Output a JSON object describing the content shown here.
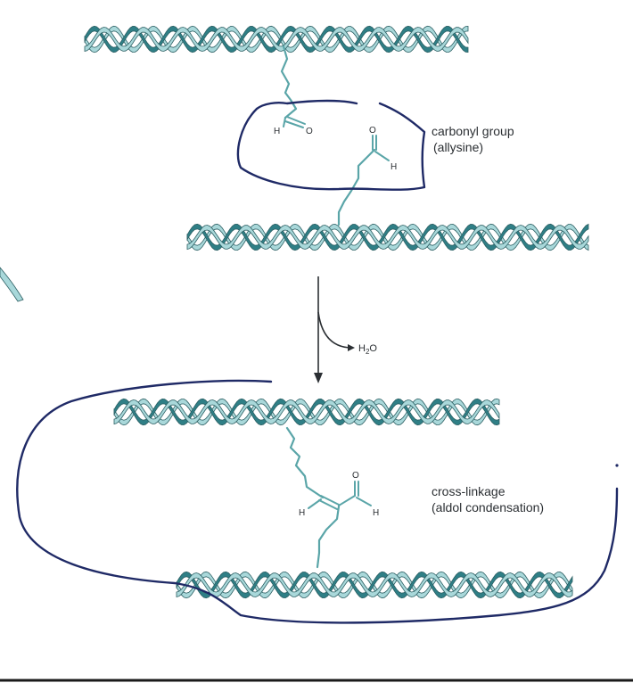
{
  "labels": {
    "carbonyl_line1": "carbonyl group",
    "carbonyl_line2": "(allysine)",
    "water": "H",
    "water_sub": "2",
    "water_tail": "O",
    "crosslink_line1": "cross-linkage",
    "crosslink_line2": "(aldol condensation)"
  },
  "atoms": {
    "h": "H",
    "o": "O"
  },
  "colors": {
    "helix_light": "#a9d8da",
    "helix_dark": "#2f7f86",
    "helix_outline": "#2c5f63",
    "chain": "#5aa5a8",
    "ink": "#1f2a66",
    "text": "#2b2f33"
  }
}
